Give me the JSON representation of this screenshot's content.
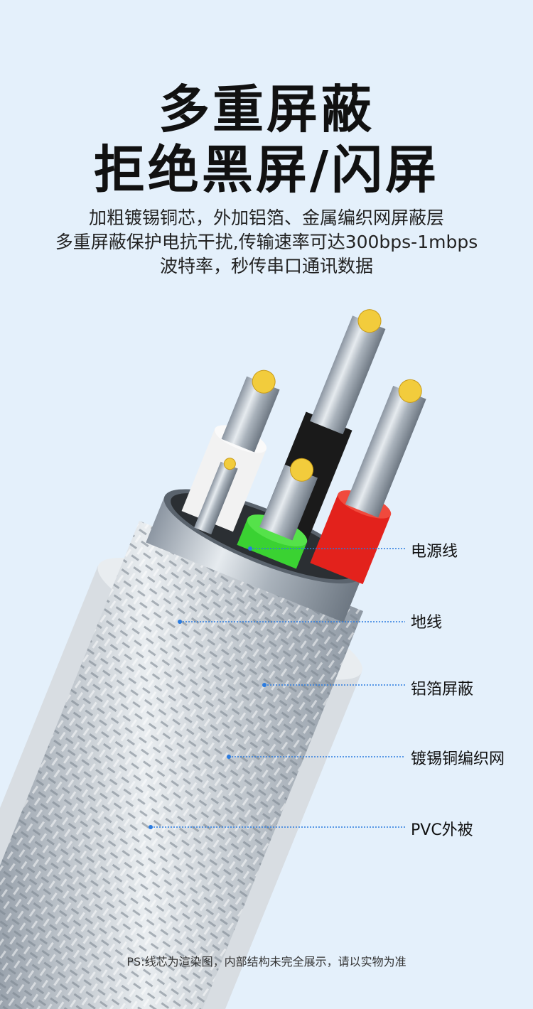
{
  "headline": {
    "line1": "多重屏蔽",
    "line2": "拒绝黑屏/闪屏"
  },
  "description": [
    "加粗镀锡铜芯，外加铝箔、金属编织网屏蔽层",
    "多重屏蔽保护电抗干扰,传输速率可达300bps-1mbps",
    "波特率，秒传串口通讯数据"
  ],
  "callouts": [
    "电源线",
    "地线",
    "铝箔屏蔽",
    "镀锡铜编织网",
    "PVC外被"
  ],
  "wire_colors": {
    "white": "#f2f2f2",
    "black": "#1a1a1a",
    "red": "#e3221c",
    "green": "#3ad232",
    "copper": "#f2cc3c"
  },
  "accent_color": "#2a7be0",
  "footnote": "PS:线芯为渲染图，内部结构未完全展示，请以实物为准"
}
